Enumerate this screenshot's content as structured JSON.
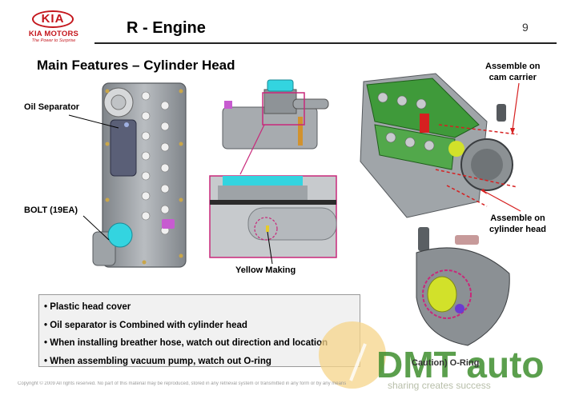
{
  "header": {
    "logo_kia": "KIA",
    "logo_motors": "KIA MOTORS",
    "logo_tagline": "The Power to Surprise",
    "title": "R - Engine",
    "page_number": "9"
  },
  "subtitle": "Main Features – Cylinder Head",
  "labels": {
    "oil_separator": "Oil Separator",
    "bolt": "BOLT (19EA)",
    "yellow_making": "Yellow Making",
    "cam_carrier_line1": "Assemble on",
    "cam_carrier_line2": "cam carrier",
    "cylinder_head_line1": "Assemble on",
    "cylinder_head_line2": "cylinder head",
    "caution": "Caution) O-Ring"
  },
  "features": [
    "• Plastic head cover",
    "• Oil separator is Combined with cylinder head",
    "• When installing breather hose, watch out direction and location",
    "• When assembling vacuum pump, watch out O-ring"
  ],
  "watermark": {
    "text": "DMT auto",
    "tagline": "sharing creates success"
  },
  "copyright": "Copyright © 2009 All rights reserved. No part of this material may be reproduced, stored in any retrieval system or transmitted in any form or by any means",
  "colors": {
    "brand_red": "#c4161c",
    "callout_magenta": "#c8287a",
    "part_green": "#3f9a3a",
    "part_cyan": "#33d4e0",
    "metal_gray": "#9aa0a6"
  }
}
